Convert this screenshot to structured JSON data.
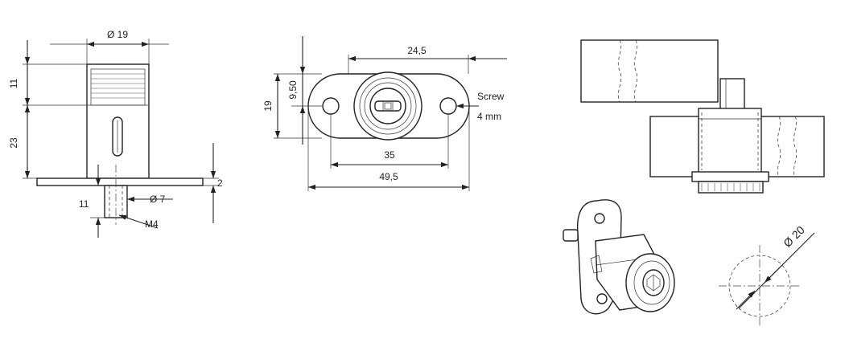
{
  "side_view": {
    "diameter_label": "Ø 19",
    "height_top_label": "11",
    "height_bottom_label": "23",
    "plate_thickness_label": "2",
    "pin_length_label": "11",
    "pin_diameter_label": "Ø 7",
    "thread_label": "M4"
  },
  "front_view": {
    "key_width_label": "24,5",
    "height_label": "19",
    "half_height_label": "9,50",
    "hole_spacing_label": "35",
    "total_width_label": "49,5",
    "screw_label": "Screw",
    "screw_size_label": "4 mm"
  },
  "hole_view": {
    "diameter_label": "Ø 20"
  }
}
